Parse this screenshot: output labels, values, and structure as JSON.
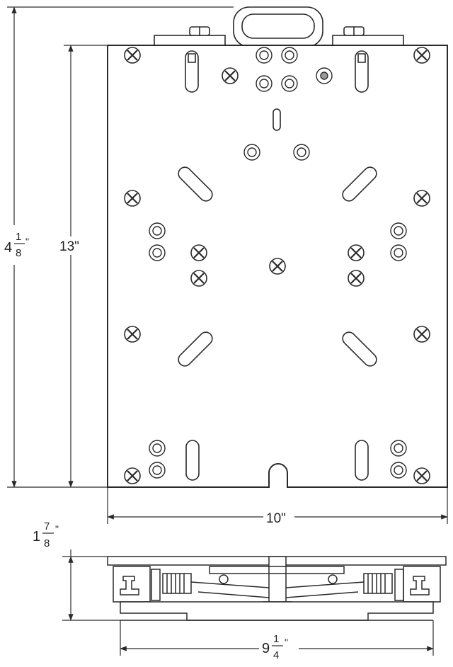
{
  "dimensions": {
    "overall_height": {
      "whole": "4",
      "num": "1",
      "den": "8",
      "unit": "\""
    },
    "plate_height": {
      "text": "13\""
    },
    "plate_width": {
      "text": "10\""
    },
    "profile_height": {
      "whole": "1",
      "num": "7",
      "den": "8",
      "unit": "\""
    },
    "base_width": {
      "whole": "9",
      "num": "1",
      "den": "4",
      "unit": "\""
    }
  },
  "colors": {
    "line": "#2a2a2a",
    "plate": "#ffffff",
    "hole": "#9a9a9a"
  }
}
